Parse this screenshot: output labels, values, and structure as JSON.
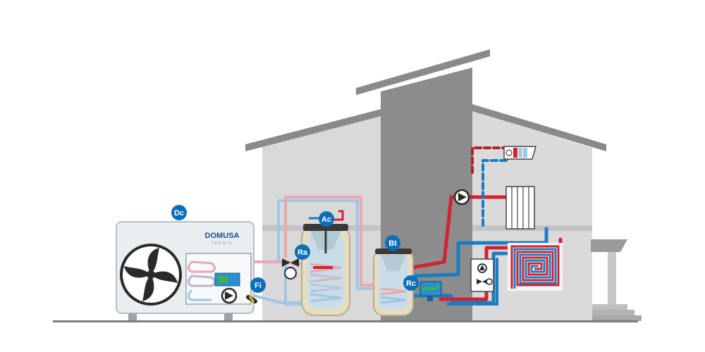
{
  "brand": {
    "name": "DOMUSA",
    "tagline": "TEKNIK"
  },
  "labels": {
    "outdoor_unit": "Dc",
    "filter": "Fi",
    "dhw_tank": "Ac",
    "diverter_valve": "Ra",
    "buffer_tank": "Bt",
    "buffer_controller": "Rc"
  },
  "colors": {
    "badge": "#0a6fb8",
    "hot_pipe": "#d32232",
    "cold_pipe": "#1b7dc1",
    "house_wall": "#d9d9d9",
    "roof": "#8a8a8a",
    "chimney": "#8c8c8c",
    "ground": "#7d7d7d"
  },
  "icons": {
    "fan": "fan-icon",
    "pump": "pump-icon",
    "valve": "three-way-valve-icon",
    "radiator": "radiator-icon",
    "fan_coil": "fan-coil-icon",
    "underfloor": "underfloor-heating-icon"
  }
}
